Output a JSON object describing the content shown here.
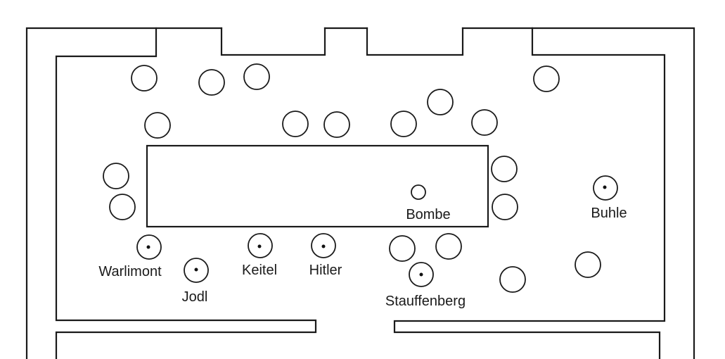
{
  "labels": {
    "bombe": "Bombe",
    "buhle": "Buhle",
    "warlimont": "Warlimont",
    "jodl": "Jodl",
    "keitel": "Keitel",
    "hitler": "Hitler",
    "stauffenberg": "Stauffenberg"
  },
  "colors": {
    "ink": "#1a1a1a",
    "paper": "#ffffff"
  }
}
